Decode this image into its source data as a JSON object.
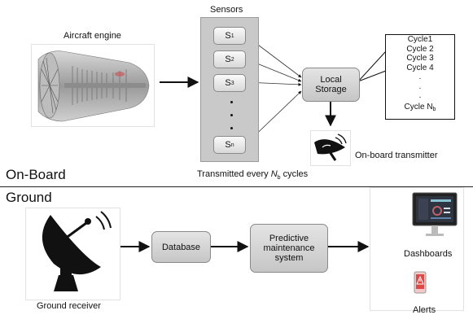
{
  "engine": {
    "label": "Aircraft engine"
  },
  "sensors_panel": {
    "title": "Sensors",
    "s1": {
      "base": "S",
      "sub": "1"
    },
    "s2": {
      "base": "S",
      "sub": "2"
    },
    "s3": {
      "base": "S",
      "sub": "3"
    },
    "sn": {
      "base": "S",
      "sub": "n"
    }
  },
  "local_storage": {
    "line1": "Local",
    "line2": "Storage"
  },
  "cycles_box": {
    "lines": [
      "Cycle1",
      "Cycle 2",
      "Cycle 3",
      "Cycle 4",
      ".",
      ".",
      "."
    ],
    "last": {
      "base": "Cycle N",
      "sub": "b"
    }
  },
  "transmitter": {
    "label": "On-board transmitter"
  },
  "transmitted": {
    "prefix": "Transmitted every ",
    "var": "N",
    "sub": "b",
    "suffix": " cycles"
  },
  "sections": {
    "onboard": "On-Board",
    "ground": "Ground"
  },
  "ground": {
    "receiver_label": "Ground receiver",
    "database": "Database",
    "predictive": {
      "line1": "Predictive",
      "line2": "maintenance",
      "line3": "system"
    },
    "dashboards": "Dashboards",
    "alerts": "Alerts"
  },
  "colors": {
    "accent_line": "#5cc9a0",
    "box_gray": "#d4d4d4",
    "panel_gray": "#c9c9c9"
  }
}
